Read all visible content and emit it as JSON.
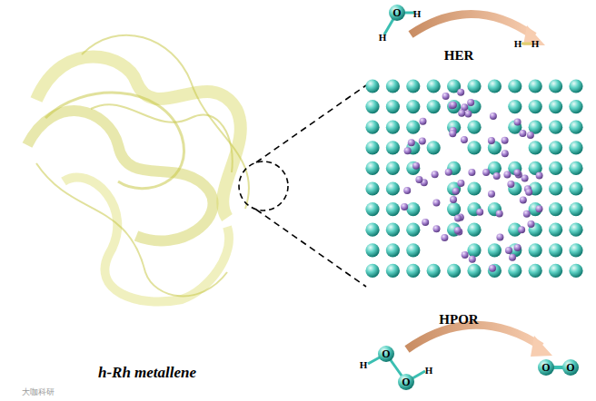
{
  "diagram": {
    "labels": [
      "O",
      "H",
      "H",
      "H",
      "H",
      "HER",
      "HPOR",
      "H",
      "O",
      "O",
      "H",
      "O",
      "O",
      "h-Rh metallene",
      "大咖科研"
    ]
  }
}
